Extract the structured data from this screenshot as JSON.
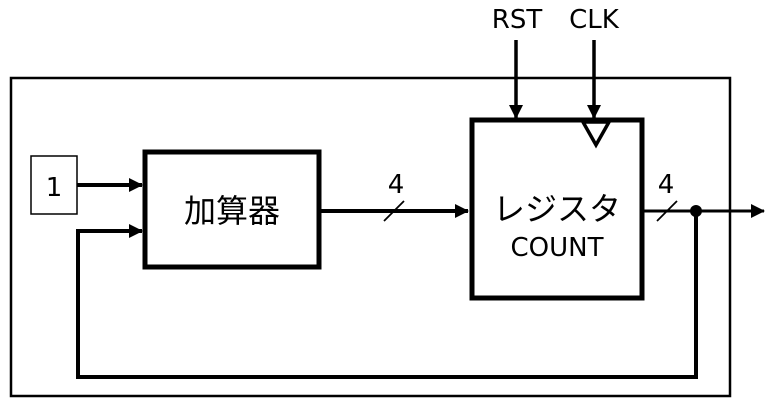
{
  "diagram": {
    "type": "block-diagram",
    "colors": {
      "stroke": "#000000",
      "background": "#ffffff"
    },
    "signals": {
      "rst": "RST",
      "clk": "CLK"
    },
    "constant_input": "1",
    "adder": {
      "label": "加算器"
    },
    "register": {
      "label": "レジスタ",
      "name": "COUNT"
    },
    "bus_widths": {
      "adder_to_register": "4",
      "register_output": "4"
    },
    "connections": [
      {
        "from": "constant_input",
        "to": "adder"
      },
      {
        "from": "register_output",
        "to": "adder",
        "kind": "feedback"
      },
      {
        "from": "adder",
        "to": "register",
        "width": "4"
      },
      {
        "from": "rst",
        "to": "register"
      },
      {
        "from": "clk",
        "to": "register",
        "kind": "clock"
      },
      {
        "from": "register",
        "to": "output",
        "width": "4"
      }
    ]
  }
}
